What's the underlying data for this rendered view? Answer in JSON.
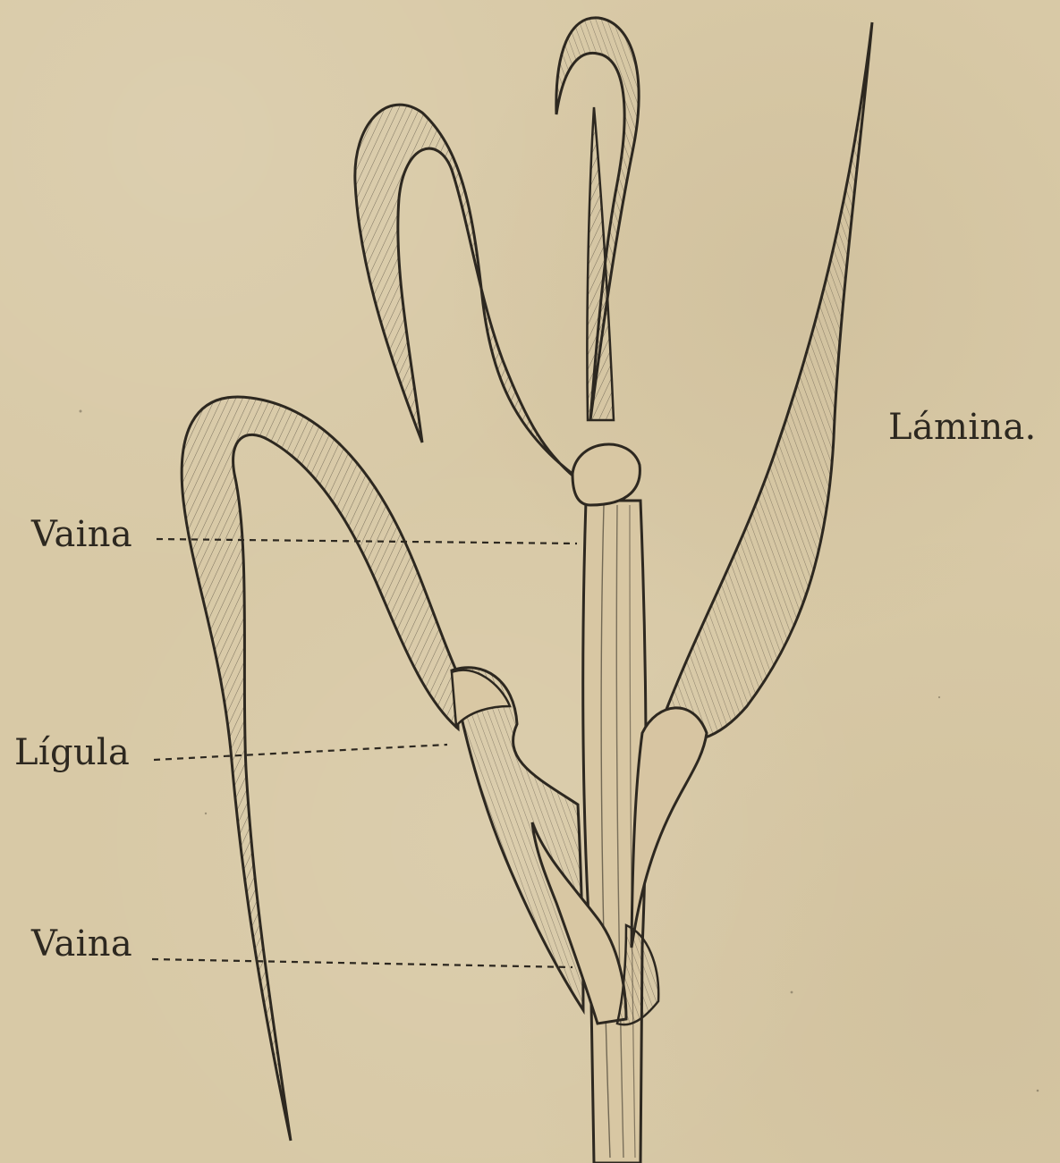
{
  "labels": {
    "vaina_top": "Vaina",
    "ligula": "Lígula",
    "vaina_bottom": "Vaina",
    "lamina": "Lámina."
  },
  "colors": {
    "paper": "#d8c9a6",
    "ink": "#2d2820",
    "leaf_fill": "#d5c39f"
  }
}
